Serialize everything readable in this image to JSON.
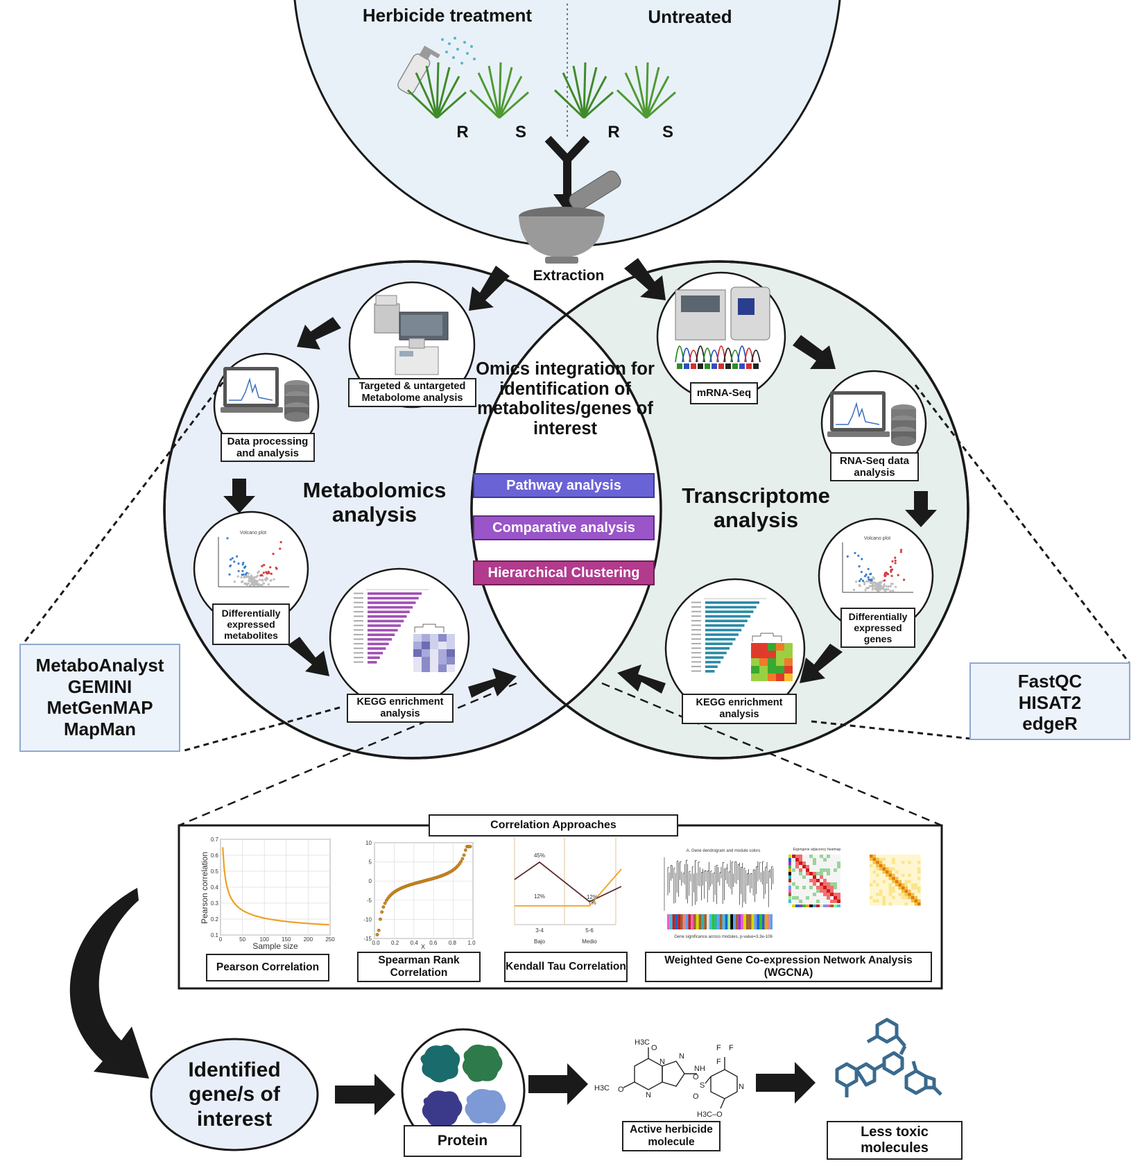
{
  "top": {
    "treated_label": "Herbicide treatment",
    "untreated_label": "Untreated",
    "plants": [
      "R",
      "S",
      "R",
      "S"
    ]
  },
  "extraction_label": "Extraction",
  "metabolomics": {
    "title": "Metabolomics analysis",
    "steps": {
      "instrument": "Targeted & untargeted Metabolome analysis",
      "processing": "Data processing and analysis",
      "volcano": "Differentially expressed metabolites",
      "kegg": "KEGG enrichment analysis"
    },
    "volcano_title": "Volcano plot",
    "tools": [
      "MetaboAnalyst",
      "GEMINI",
      "MetGenMAP",
      "MapMan"
    ]
  },
  "transcriptome": {
    "title": "Transcriptome analysis",
    "steps": {
      "sequencer": "mRNA-Seq",
      "processing": "RNA-Seq data analysis",
      "volcano": "Differentially expressed genes",
      "kegg": "KEGG enrichment analysis"
    },
    "volcano_title": "Volcano plot",
    "tools": [
      "FastQC",
      "HISAT2",
      "edgeR"
    ]
  },
  "integration": {
    "title": "Omics integration for identification of metabolites/genes of interest",
    "methods": [
      {
        "label": "Pathway analysis",
        "color": "#6a63d6"
      },
      {
        "label": "Comparative analysis",
        "color": "#9a55c9"
      },
      {
        "label": "Hierarchical Clustering",
        "color": "#b23b8e"
      }
    ]
  },
  "correlation": {
    "title": "Correlation Approaches",
    "panels": [
      "Pearson Correlation",
      "Spearman Rank Correlation",
      "Kendall Tau Correlation",
      "Weighted Gene Co-expression Network Analysis (WGCNA)"
    ],
    "pearson_plot": {
      "xlabel": "Sample size",
      "ylabel": "Pearson correlation",
      "xticks": [
        "0",
        "50",
        "100",
        "150",
        "200",
        "250"
      ],
      "yticks": [
        "0.7",
        "0.6",
        "0.5",
        "0.4",
        "0.3",
        "0.2",
        "0.1"
      ]
    },
    "spearman_plot": {
      "xlabel": "X",
      "xticks": [
        "0.0",
        "0.2",
        "0.4",
        "0.6",
        "0.8",
        "1.0"
      ],
      "yticks": [
        "10",
        "5",
        "0",
        "-5",
        "-10",
        "-15"
      ]
    },
    "kendall_plot": {
      "labels": [
        "45%",
        "12%",
        "12%",
        "7%"
      ],
      "xticks": [
        "3-4",
        "5-6"
      ],
      "xcats": [
        "Bajo",
        "Medio"
      ]
    },
    "wgcna_plot": {
      "dendro_title": "A. Gene dendrogram and module colors",
      "heat_title": "Eigengene adjacency heatmap",
      "footer": "Gene significance across modules, p-value=3.3e-106"
    }
  },
  "bottom": {
    "gene_label": "Identified gene/s of interest",
    "protein_label": "Protein",
    "herbicide_label": "Active herbicide molecule",
    "toxic_label": "Less toxic molecules",
    "chem_groups": [
      "H3C",
      "O",
      "N",
      "NH",
      "F",
      "S",
      "H3C–O"
    ]
  },
  "colors": {
    "left_circle": "#e9eff8",
    "right_circle": "#e6efeb",
    "top_circle": "#e8f1f8",
    "volcano_blue": "#3b7fd0",
    "volcano_red": "#d63a3a",
    "kegg_left": "#a24fb5",
    "kegg_right": "#2a8aa6",
    "orange": "#f0a020",
    "toxic_blue": "#3a6a8e"
  }
}
